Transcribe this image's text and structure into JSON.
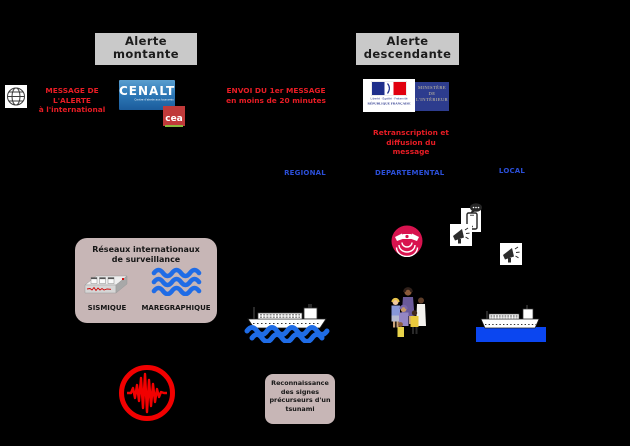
{
  "alert_up": {
    "line1": "Alerte",
    "line2": "montante"
  },
  "alert_down": {
    "line1": "Alerte",
    "line2": "descendante"
  },
  "msg_international": {
    "line1": "MESSAGE DE L'ALERTE",
    "line2": "à l'international"
  },
  "msg_first": {
    "line1": "ENVOI DU 1er MESSAGE",
    "line2": "en moins de 20 minutes"
  },
  "msg_retrans": {
    "line1": "Retranscription et",
    "line2": "diffusion du message"
  },
  "levels": {
    "regional": "REGIONAL",
    "departemental": "DEPARTEMENTAL",
    "local": "LOCAL"
  },
  "cenalt": {
    "title": "CENALT",
    "subtitle": "Centre d'alerte aux tsunamis",
    "cea": "cea"
  },
  "ministere": {
    "motto": "Liberté · Égalité · Fraternité",
    "republique": "RÉPUBLIQUE FRANÇAISE",
    "name_line1": "MINISTÈRE",
    "name_line2": "DE",
    "name_line3": "L'INTÉRIEUR"
  },
  "surveillance": {
    "title_line1": "Réseaux internationaux",
    "title_line2": "de surveillance",
    "label_seismic": "SISMIQUE",
    "label_tide": "MAREGRAPHIQUE"
  },
  "recognition": {
    "line1": "Reconnaissance",
    "line2": "des signes",
    "line3": "précurseurs d'un",
    "line4": "tsunami"
  },
  "icons": [
    "globe-icon",
    "seismograph-icon",
    "tide-waves-icon",
    "earthquake-icon",
    "cargo-ship-at-sea-icon",
    "siren-icon",
    "phone-alert-icon",
    "megaphone-icon",
    "people-group-icon",
    "ship-in-harbor-icon"
  ],
  "colors": {
    "background": "#000000",
    "red_text": "#e81c24",
    "blue_label": "#2b4fd8",
    "header_gray": "#c9c9c9",
    "panel_rose": "#c7b6b6",
    "wave_blue": "#1f6ce6",
    "harbor_blue": "#0b46f0",
    "siren_red": "#d8134f",
    "cenalt_blue": "#2f7ab8",
    "cea_red": "#c03a3a",
    "ministry_navy": "#2d3c8e"
  }
}
